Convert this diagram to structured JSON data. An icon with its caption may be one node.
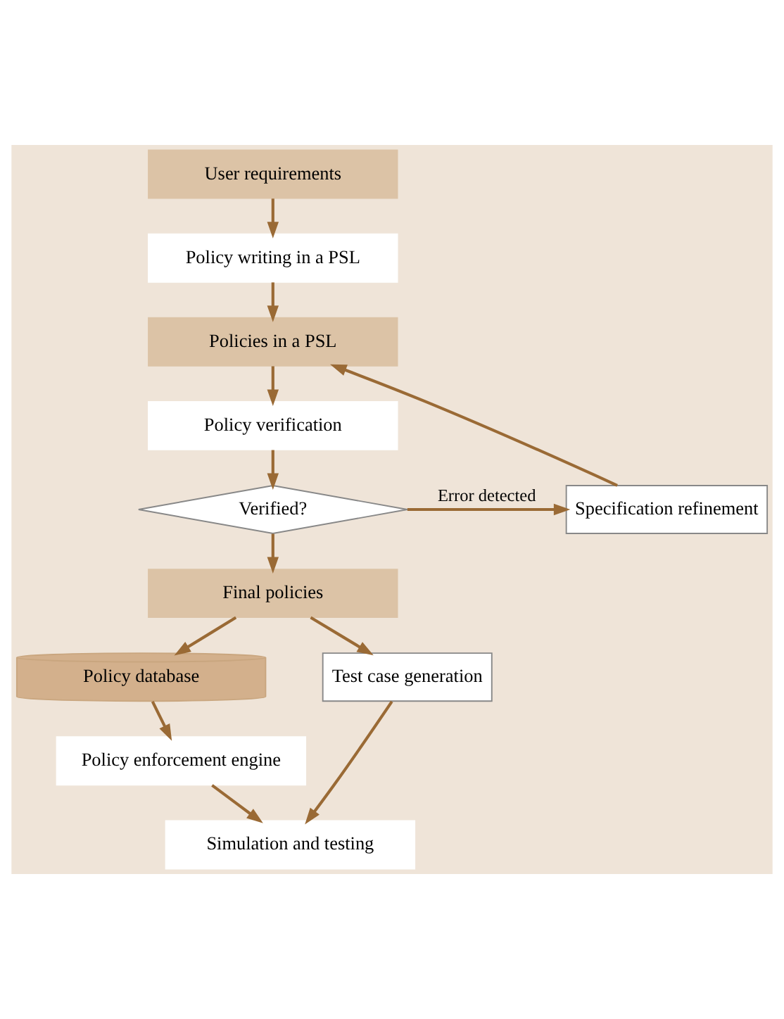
{
  "diagram": {
    "nodes": [
      {
        "text": [
          "User requirements"
        ]
      },
      {
        "text": [
          "Policy writing in a PSL"
        ]
      },
      {
        "text": [
          "Policies in a PSL"
        ]
      },
      {
        "text": [
          "Policy verification"
        ]
      },
      {
        "text": [
          "Verified?"
        ]
      },
      {
        "text": [
          "Specification refinement"
        ]
      },
      {
        "text": [
          "Final policies"
        ]
      },
      {
        "text": [
          "Policy database"
        ]
      },
      {
        "text": [
          "Test case generation"
        ]
      },
      {
        "text": [
          "Policy enforcement engine"
        ]
      },
      {
        "text": [
          "Simulation and testing"
        ]
      }
    ],
    "edges": [
      {
        "from": 0,
        "to": 1,
        "arrow": "to"
      },
      {
        "from": 1,
        "to": 2,
        "arrow": "to"
      },
      {
        "from": 2,
        "to": 3,
        "arrow": "to"
      },
      {
        "from": 3,
        "to": 4,
        "arrow": "to"
      },
      {
        "from": 4,
        "to": 5,
        "arrow": "to",
        "label": "Error detected"
      },
      {
        "from": 5,
        "to": 2,
        "arrow": "to"
      },
      {
        "from": 4,
        "to": 6,
        "arrow": "to"
      },
      {
        "from": 6,
        "to": 7,
        "arrow": "to"
      },
      {
        "from": 6,
        "to": 8,
        "arrow": "to"
      },
      {
        "from": 7,
        "to": 9,
        "arrow": "to"
      },
      {
        "from": 9,
        "to": 10,
        "arrow": "to"
      },
      {
        "from": 8,
        "to": 10,
        "arrow": "to"
      }
    ]
  }
}
